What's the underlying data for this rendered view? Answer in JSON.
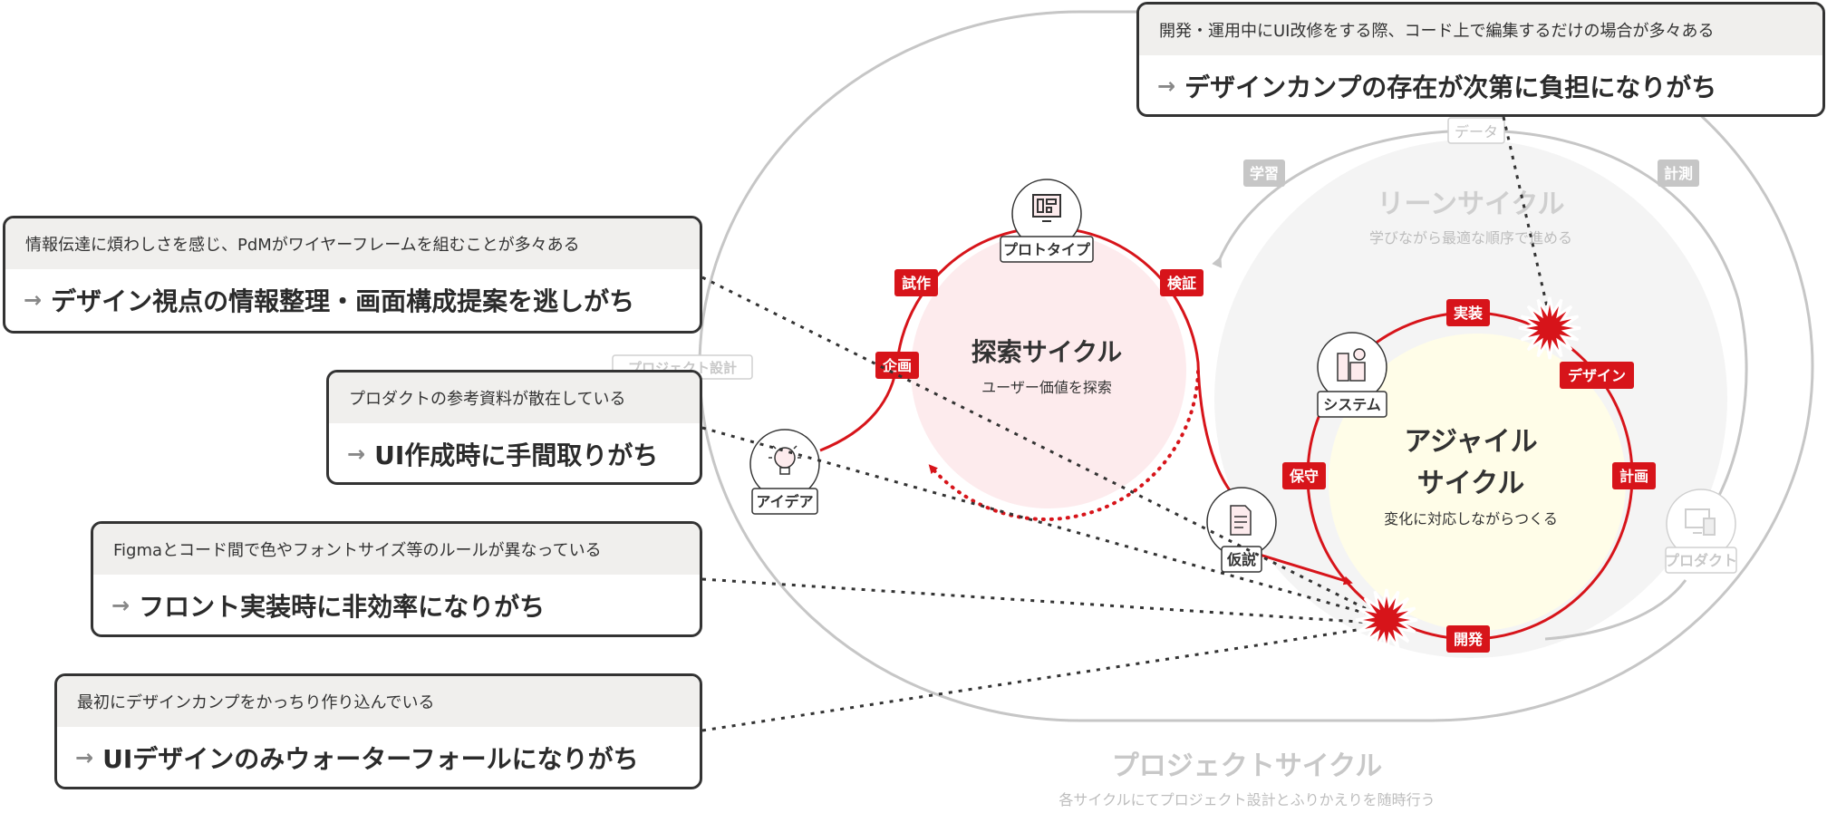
{
  "colors": {
    "accent": "#d7141a",
    "gray": "#c6c6c6",
    "explore_fill": "#fdebed",
    "agile_fill": "#fffde8",
    "lean_fill": "#f4f4f4"
  },
  "project_cycle": {
    "title": "プロジェクトサイクル",
    "subtitle": "各サイクルにてプロジェクト設計とふりかえりを随時行う",
    "design_label": "プロジェクト設計"
  },
  "lean_cycle": {
    "title": "リーンサイクル",
    "subtitle": "学びながら最適な順序で進める",
    "labels": {
      "data": "データ",
      "learn": "学習",
      "measure": "計測"
    },
    "product_node": "プロダクト"
  },
  "explore_cycle": {
    "title": "探索サイクル",
    "subtitle": "ユーザー価値を探索",
    "tags": {
      "prototype_make": "試作",
      "verify": "検証",
      "plan": "企画"
    },
    "nodes": {
      "prototype": "プロトタイプ",
      "idea": "アイデア",
      "hypothesis": "仮説"
    }
  },
  "agile_cycle": {
    "title_line1": "アジャイル",
    "title_line2": "サイクル",
    "subtitle": "変化に対応しながらつくる",
    "tags": {
      "implement": "実装",
      "design": "デザイン",
      "plan": "計画",
      "develop": "開発",
      "maintain": "保守"
    },
    "nodes": {
      "system": "システム"
    }
  },
  "callouts": [
    {
      "context": "開発・運用中にUI改修をする際、コード上で編集するだけの場合が多々ある",
      "problem": "デザインカンプの存在が次第に負担になりがち"
    },
    {
      "context": "情報伝達に煩わしさを感じ、PdMがワイヤーフレームを組むことが多々ある",
      "problem": "デザイン視点の情報整理・画面構成提案を逃しがち"
    },
    {
      "context": "プロダクトの参考資料が散在している",
      "problem": "UI作成時に手間取りがち"
    },
    {
      "context": "Figmaとコード間で色やフォントサイズ等のルールが異なっている",
      "problem": "フロント実装時に非効率になりがち"
    },
    {
      "context": "最初にデザインカンプをかっちり作り込んでいる",
      "problem": "UIデザインのみウォーターフォールになりがち"
    }
  ],
  "arrow_glyph": "→"
}
